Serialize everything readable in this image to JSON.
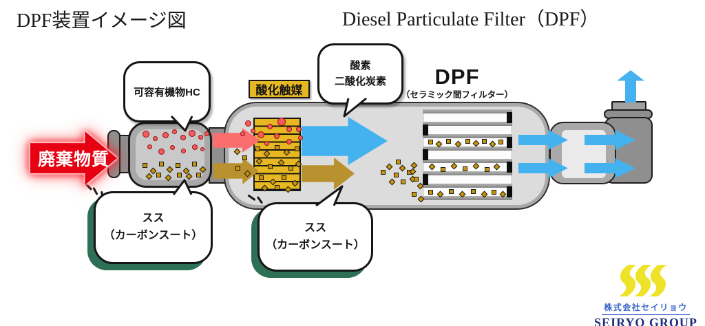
{
  "titles": {
    "left": "DPF装置イメージ図",
    "right": "Diesel Particulate Filter（DPF）"
  },
  "diagram": {
    "waste_label": "廃棄物質",
    "hc_bubble": "可容有機物HC",
    "catalyst_label": "酸化触媒",
    "oxygen_bubble": {
      "line1": "酸素",
      "line2": "二酸化炭素"
    },
    "dpf_title": "DPF",
    "dpf_subtitle": "（セラミック間フィルター）",
    "soot_bubble_left": {
      "line1": "スス",
      "line2": "（カーボンスート）"
    },
    "soot_bubble_right": {
      "line1": "スス",
      "line2": "（カーボンスート）"
    }
  },
  "logo": {
    "company": "株式会社セイリョウ",
    "group": "SEIRYO GROUP"
  },
  "colors": {
    "waste_red": "#e60012",
    "pink_arrow": "#fa6e6e",
    "soot_gold": "#b9922f",
    "clean_blue": "#45b2f0",
    "catalyst_gold": "#e7b822",
    "bubble_shadow_green": "#2e7055",
    "logo_blue": "#3763c8",
    "logo_navy": "#1d2e7b",
    "logo_s_yellow": "#efe32a",
    "logo_s_green_light": "#8dc63f",
    "logo_s_green_dark": "#2f8c45"
  }
}
